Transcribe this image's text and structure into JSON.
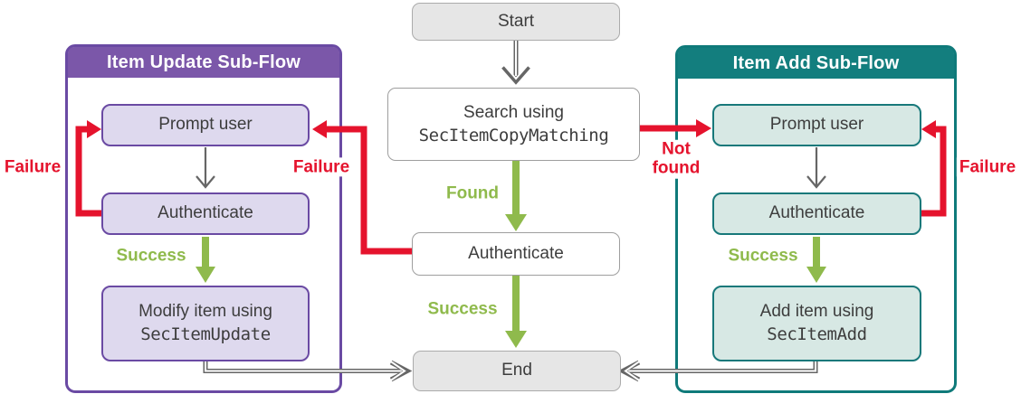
{
  "diagram": {
    "type": "flowchart",
    "description": "Keychain item search / add / update flow"
  },
  "colors": {
    "red": "#e5132d",
    "green": "#8fba4c",
    "purple_header": "#7b57a9",
    "purple_border": "#6a4aa3",
    "purple_fill": "#ded9ee",
    "purple_box_border": "#6a4aa3",
    "teal_header": "#137e7e",
    "teal_border": "#0f7a7a",
    "teal_fill": "#d7e8e4",
    "teal_box_border": "#17787a",
    "gray_fill": "#e6e6e6",
    "gray_border": "#ababab",
    "white_box_border": "#9e9e9e",
    "arrow_gray": "#666666",
    "text": "#3d3d3d"
  },
  "nodes": {
    "start": "Start",
    "search": {
      "line1": "Search using",
      "code": "SecItemCopyMatching"
    },
    "authenticate": "Authenticate",
    "end": "End"
  },
  "left_panel": {
    "title": "Item Update Sub-Flow",
    "prompt": "Prompt user",
    "authenticate": "Authenticate",
    "action": {
      "line1": "Modify item using",
      "code": "SecItemUpdate"
    }
  },
  "right_panel": {
    "title": "Item Add Sub-Flow",
    "prompt": "Prompt user",
    "authenticate": "Authenticate",
    "action": {
      "line1": "Add item using",
      "code": "SecItemAdd"
    }
  },
  "edge_labels": {
    "found": "Found",
    "not_found": "Not found",
    "success_center": "Success",
    "success_left": "Success",
    "success_right": "Success",
    "failure_left": "Failure",
    "failure_center": "Failure",
    "failure_right": "Failure"
  }
}
